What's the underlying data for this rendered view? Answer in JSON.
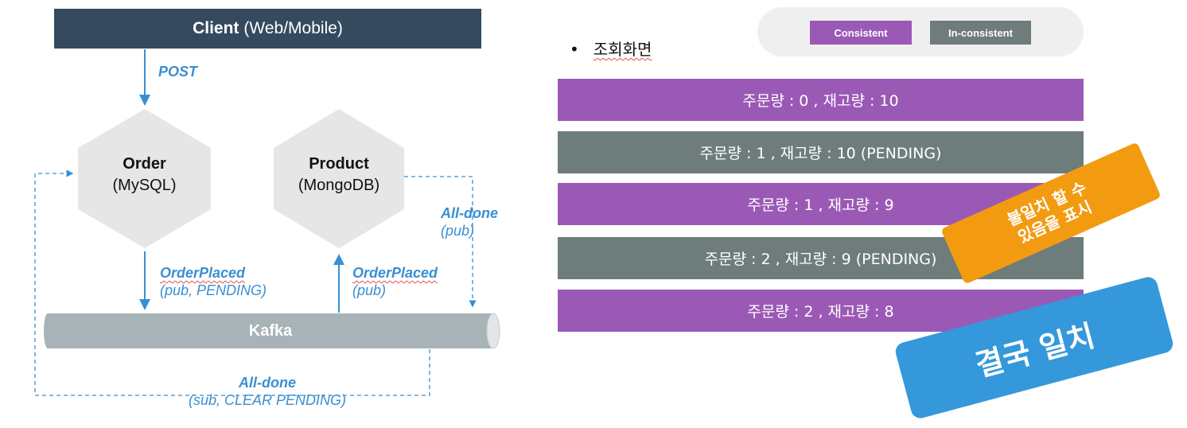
{
  "client": {
    "bold": "Client",
    "rest": "(Web/Mobile)"
  },
  "arrows": {
    "post": "POST",
    "order_placed_left": "OrderPlaced",
    "order_placed_left_sub": "(pub, PENDING)",
    "order_placed_right": "OrderPlaced",
    "order_placed_right_sub": "(pub)",
    "all_done_right": "All-done",
    "all_done_right_sub": "(pub)",
    "all_done_bottom": "All-done",
    "all_done_bottom_sub": "(sub, CLEAR PENDING)"
  },
  "services": {
    "order": {
      "name": "Order",
      "db": "(MySQL)"
    },
    "product": {
      "name": "Product",
      "db": "(MongoDB)"
    }
  },
  "kafka": "Kafka",
  "bullet": "조회화면",
  "legend": {
    "consistent": "Consistent",
    "inconsistent": "In-consistent"
  },
  "rows": [
    {
      "text": "주문량 : 0 , 재고량 : 10",
      "state": "consistent"
    },
    {
      "text": "주문량 : 1 , 재고량 : 10 (PENDING)",
      "state": "inconsistent"
    },
    {
      "text": "주문량 : 1 , 재고량 : 9",
      "state": "consistent"
    },
    {
      "text": "주문량 : 2 , 재고량 : 9 (PENDING)",
      "state": "inconsistent"
    },
    {
      "text": "주문량 : 2 , 재고량 : 8",
      "state": "consistent"
    }
  ],
  "badges": {
    "orange_line1": "불일치 할 수",
    "orange_line2": "있음을 표시",
    "blue": "결국 일치"
  },
  "colors": {
    "consistent": "#9b59b6",
    "inconsistent": "#6e7c7c",
    "client_bg": "#354a5e",
    "arrow_blue": "#3a8fd0",
    "badge_orange": "#f29b11",
    "badge_blue": "#3498db"
  }
}
